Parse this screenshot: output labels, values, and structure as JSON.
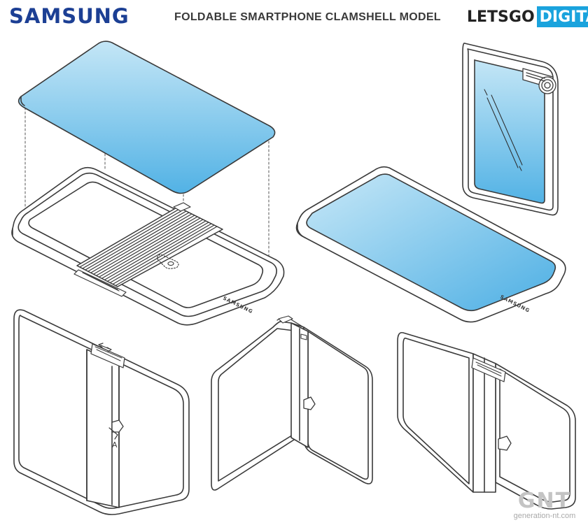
{
  "header": {
    "brand": "SAMSUNG",
    "title": "FOLDABLE SMARTPHONE CLAMSHELL MODEL",
    "source_logo": {
      "part1": "LETSGO",
      "part2": "DIGITAL"
    }
  },
  "drawing": {
    "device_engraving": "SAMSUNG",
    "reference_label": "A"
  },
  "watermark": {
    "logo": "GNT",
    "site": "generation-nt.com"
  },
  "colors": {
    "brand_blue": "#1c3f94",
    "logo_accent": "#1aa3dd",
    "screen_top": "#bde3f5",
    "screen_bottom": "#4fb0e4",
    "line": "#3a3a3a"
  }
}
